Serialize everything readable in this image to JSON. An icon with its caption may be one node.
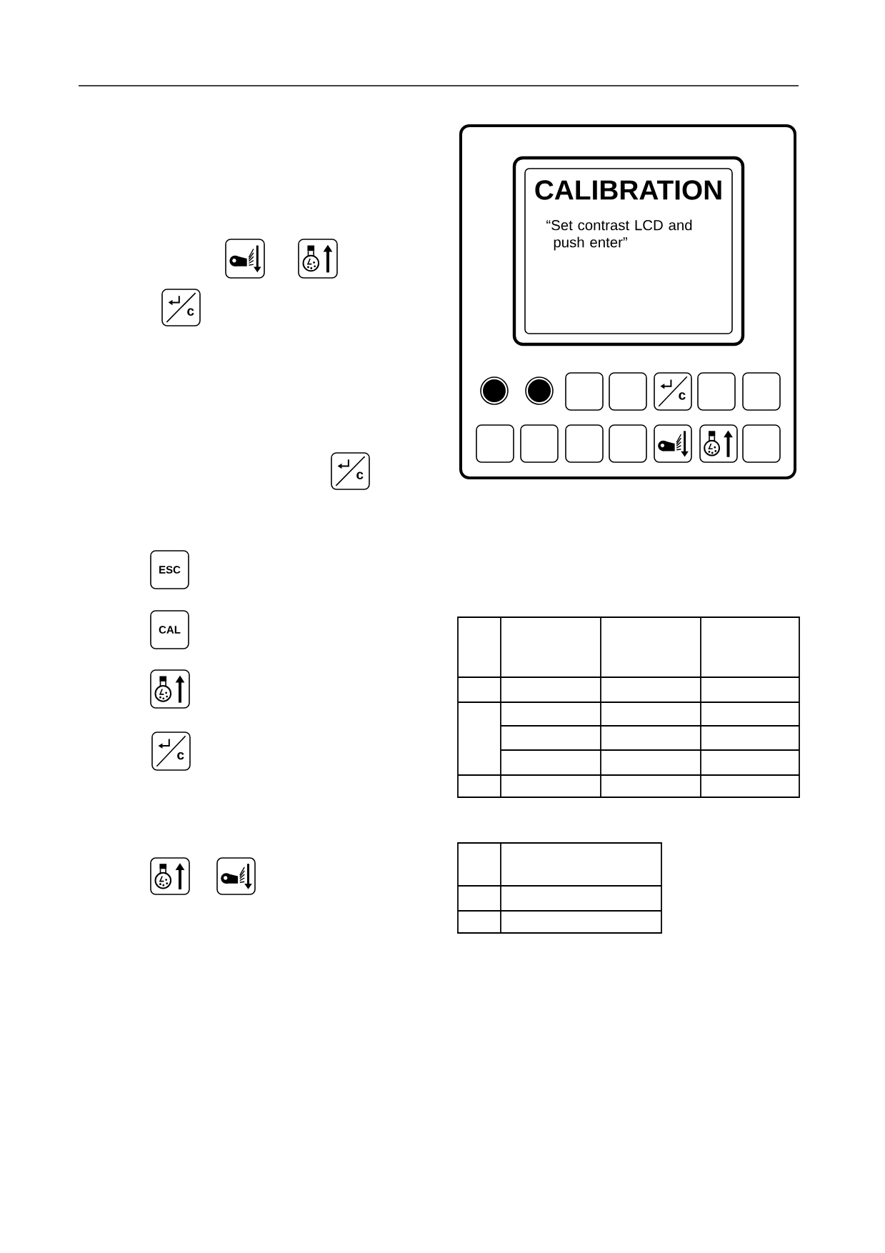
{
  "diagram": {
    "nodes": [
      {
        "text": [],
        "shape": "box"
      },
      {
        "text": [
          "CALIBRATION",
          "“Set contrast LCD and push enter”"
        ],
        "in": 0
      },
      {
        "text": [],
        "shape": "circle",
        "in": 0
      },
      {
        "text": [],
        "shape": "circle",
        "in": 0
      },
      {
        "text": [],
        "shape": "box",
        "in": 0
      },
      {
        "text": [],
        "shape": "box",
        "in": 0
      },
      {
        "text": [
          "c"
        ],
        "in": 0
      },
      {
        "text": [],
        "shape": "box",
        "in": 0
      },
      {
        "text": [],
        "shape": "box",
        "in": 0
      },
      {
        "text": [],
        "shape": "box",
        "in": 0
      },
      {
        "text": [],
        "shape": "box",
        "in": 0
      },
      {
        "text": [],
        "shape": "box",
        "in": 0
      },
      {
        "text": [],
        "shape": "box",
        "in": 0
      },
      {
        "text": [],
        "shape": "box",
        "in": 0
      },
      {
        "text": [],
        "shape": "box",
        "in": 0
      },
      {
        "text": [],
        "shape": "box",
        "in": 0
      },
      {
        "text": [],
        "shape": "box"
      },
      {
        "text": [],
        "shape": "box"
      },
      {
        "text": [
          "c"
        ]
      },
      {
        "text": [
          "c"
        ]
      },
      {
        "text": [
          "ESC"
        ]
      },
      {
        "text": [
          "CAL"
        ]
      },
      {
        "text": [],
        "shape": "box"
      },
      {
        "text": [
          "c"
        ]
      },
      {
        "text": [],
        "shape": "box"
      },
      {
        "text": [],
        "shape": "box"
      }
    ]
  }
}
